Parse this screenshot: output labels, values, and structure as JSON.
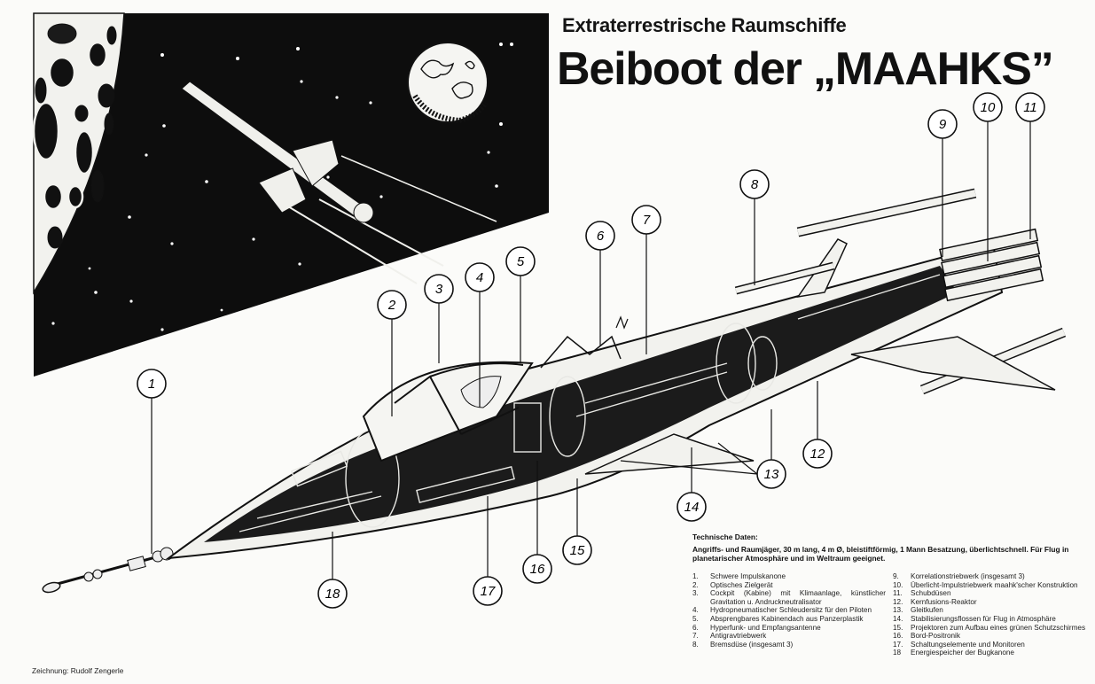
{
  "header": {
    "subtitle": "Extraterrestrische Raumschiffe",
    "title": "Beiboot der „MAAHKS”"
  },
  "technical": {
    "heading": "Technische Daten:",
    "description": "Angriffs- und Raumjäger, 30 m lang, 4 m Ø, bleistiftförmig, 1 Mann Besatzung, überlichtschnell. Für Flug in planetarischer Atmosphäre und im Weltraum geeignet."
  },
  "legend_col1": [
    {
      "num": "1.",
      "label": "Schwere Impulskanone"
    },
    {
      "num": "2.",
      "label": "Optisches Zielgerät"
    },
    {
      "num": "3.",
      "label": "Cockpit (Kabine) mit Klimaanlage, künstlicher Gravitation u. Andruckneutralisator"
    },
    {
      "num": "4.",
      "label": "Hydropneumatischer Schleudersitz für den Piloten"
    },
    {
      "num": "5.",
      "label": "Absprengbares Kabinendach aus Panzerplastik"
    },
    {
      "num": "6.",
      "label": "Hyperfunk- und Empfangsantenne"
    },
    {
      "num": "7.",
      "label": "Antigravtriebwerk"
    },
    {
      "num": "8.",
      "label": "Bremsdüse (insgesamt 3)"
    }
  ],
  "legend_col2": [
    {
      "num": "9.",
      "label": "Korrelationstriebwerk (insgesamt 3)"
    },
    {
      "num": "10.",
      "label": "Überlicht-Impulstriebwerk maahk'scher Konstruktion"
    },
    {
      "num": "11.",
      "label": "Schubdüsen"
    },
    {
      "num": "12.",
      "label": "Kernfusions-Reaktor"
    },
    {
      "num": "13.",
      "label": "Gleitkufen"
    },
    {
      "num": "14.",
      "label": "Stabilisierungsflossen für Flug in Atmosphäre"
    },
    {
      "num": "15.",
      "label": "Projektoren zum Aufbau eines grünen Schutzschirmes"
    },
    {
      "num": "16.",
      "label": "Bord-Positronik"
    },
    {
      "num": "17.",
      "label": "Schaltungselemente und Monitoren"
    },
    {
      "num": "18",
      "label": "Energiespeicher der Bugkanone"
    }
  ],
  "callouts": [
    "1",
    "2",
    "3",
    "4",
    "5",
    "6",
    "7",
    "8",
    "9",
    "10",
    "11",
    "12",
    "13",
    "14",
    "15",
    "16",
    "17",
    "18"
  ],
  "credit": "Zeichnung: Rudolf Zengerle",
  "colors": {
    "ink": "#111111",
    "paper": "#fbfbf9",
    "space": "#0d0d0d"
  }
}
